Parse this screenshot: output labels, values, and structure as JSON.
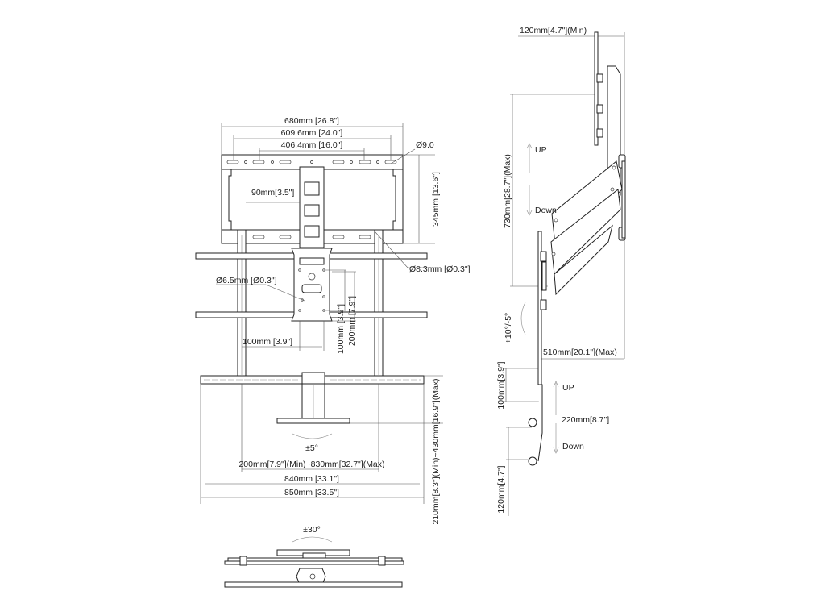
{
  "front_view": {
    "width_680": "680mm [26.8\"]",
    "width_609": "609.6mm [24.0\"]",
    "width_406": "406.4mm [16.0\"]",
    "hole_9": "Ø9.0",
    "height_345": "345mm [13.6\"]",
    "width_90": "90mm[3.5\"]",
    "hole_8_3": "Ø8.3mm [Ø0.3\"]",
    "hole_6_5": "Ø6.5mm [Ø0.3\"]",
    "width_100": "100mm [3.9\"]",
    "vert_100": "100mm [3.9\"]",
    "vert_200": "200mm [7.9\"]",
    "tilt_5": "±5°",
    "range_200_830": "200mm[7.9\"](Min)~830mm[32.7\"](Max)",
    "width_840": "840mm [33.1\"]",
    "width_850": "850mm [33.5\"]",
    "height_210_430": "210mm[8.3\"](Min)~430mm[16.9\"](Max)"
  },
  "top_view": {
    "swivel_30": "±30°"
  },
  "side_view": {
    "depth_min": "120mm[4.7\"](Min)",
    "height_730": "730mm[28.7\"](Max)",
    "up_label": "UP",
    "down_label": "Down",
    "tilt": "+10°/-5°",
    "depth_max": "510mm[20.1\"](Max)",
    "vert_100": "100mm[3.9\"]",
    "up_label_2": "UP",
    "travel_220": "220mm[8.7\"]",
    "down_label_2": "Down",
    "vert_120": "120mm[4.7\"]"
  }
}
